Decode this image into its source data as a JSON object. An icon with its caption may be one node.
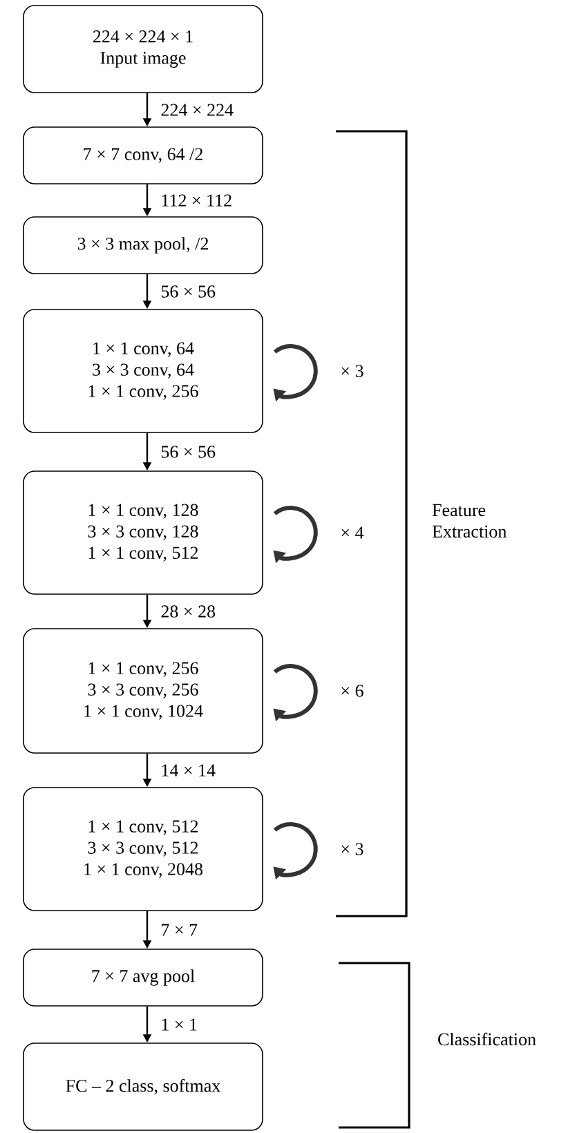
{
  "diagram": {
    "nodes": [
      {
        "text": [
          "224 × 224 × 1",
          "Input image"
        ]
      },
      {
        "text": [
          "7 × 7 conv, 64 /2"
        ]
      },
      {
        "text": [
          "3 × 3 max pool, /2"
        ]
      },
      {
        "text": [
          "1 × 1 conv, 64",
          "3 × 3 conv, 64",
          "1 × 1 conv, 256"
        ]
      },
      {
        "text": [
          "1 × 1 conv, 128",
          "3 × 3 conv, 128",
          "1 × 1 conv, 512"
        ]
      },
      {
        "text": [
          "1 × 1 conv, 256",
          "3 × 3 conv, 256",
          "1 × 1 conv, 1024"
        ]
      },
      {
        "text": [
          "1 × 1 conv, 512",
          "3 × 3 conv, 512",
          "1 × 1 conv, 2048"
        ]
      },
      {
        "text": [
          "7 × 7 avg pool"
        ]
      },
      {
        "text": [
          "FC – 2 class, softmax"
        ]
      }
    ],
    "edges": [
      {
        "from": 0,
        "to": 1,
        "arrow": "to",
        "label": "224 × 224"
      },
      {
        "from": 1,
        "to": 2,
        "arrow": "to",
        "label": "112 × 112"
      },
      {
        "from": 2,
        "to": 3,
        "arrow": "to",
        "label": "56 × 56"
      },
      {
        "from": 3,
        "to": 4,
        "arrow": "to",
        "label": "56 × 56"
      },
      {
        "from": 4,
        "to": 5,
        "arrow": "to",
        "label": "28 × 28"
      },
      {
        "from": 5,
        "to": 6,
        "arrow": "to",
        "label": "14 × 14"
      },
      {
        "from": 6,
        "to": 7,
        "arrow": "to",
        "label": "7 × 7"
      },
      {
        "from": 7,
        "to": 8,
        "arrow": "to",
        "label": "1 × 1"
      },
      {
        "from": 3,
        "to": 3,
        "arrow": "to",
        "label": "× 3",
        "style": "thick"
      },
      {
        "from": 4,
        "to": 4,
        "arrow": "to",
        "label": "× 4",
        "style": "thick"
      },
      {
        "from": 5,
        "to": 5,
        "arrow": "to",
        "label": "× 6",
        "style": "thick"
      },
      {
        "from": 6,
        "to": 6,
        "arrow": "to",
        "label": "× 3",
        "style": "thick"
      }
    ],
    "labels": [
      "Feature Extraction",
      "Classification"
    ]
  }
}
